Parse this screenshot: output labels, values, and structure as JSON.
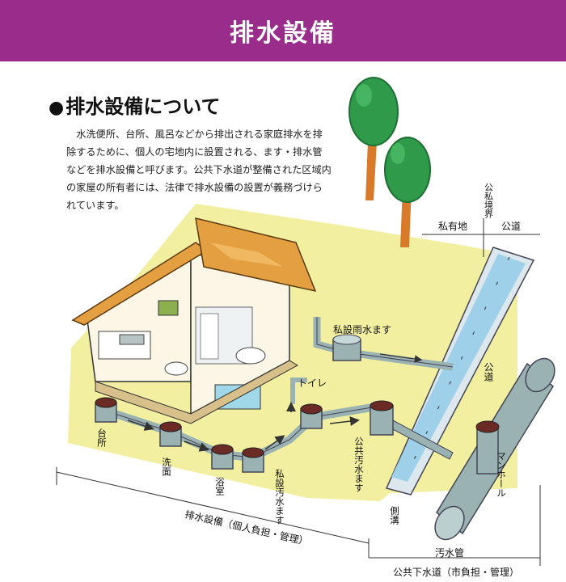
{
  "banner": {
    "title": "排水設備"
  },
  "section": {
    "bullet": "●",
    "heading": "排水設備について",
    "intro": "水洗便所、台所、風呂などから排出される家庭排水を排除するために、個人の宅地内に設置される、ます・排水管などを排水設備と呼びます。公共下水道が整備された区域内の家屋の所有者には、法律で排水設備の設置が義務づけられています。"
  },
  "diagram": {
    "labels": {
      "boundary": "公私境界",
      "private_land": "私有地",
      "public_road": "公道",
      "rain_basin": "私設雨水ます",
      "toilet": "トイレ",
      "kitchen": "台所",
      "washroom": "洗面",
      "bathroom": "浴室",
      "private_sewage_basin": "私設汚水ます",
      "public_sewage_basin": "公共汚水ます",
      "road": "公道",
      "manhole": "マンホール",
      "gutter": "側溝",
      "sewer_pipe": "汚水管"
    },
    "brackets": {
      "drainage": "排水設備（個人負担・管理）",
      "public_sewer": "公共下水道（市負担・管理）"
    }
  },
  "colors": {
    "banner": "#9a2d8c",
    "lawn": "#f2f0a0",
    "roof_tile": "#e4a040",
    "wall": "#fbf6e6",
    "pipe": "#9ab2b2",
    "pipe_dark": "#6f8c8c",
    "basin_lid": "#6b2a24",
    "tree_leaf": "#2e9a4a",
    "tree_trunk": "#d87a2a"
  },
  "icons": [
    "tree-icon",
    "flow-arrow-icon"
  ]
}
